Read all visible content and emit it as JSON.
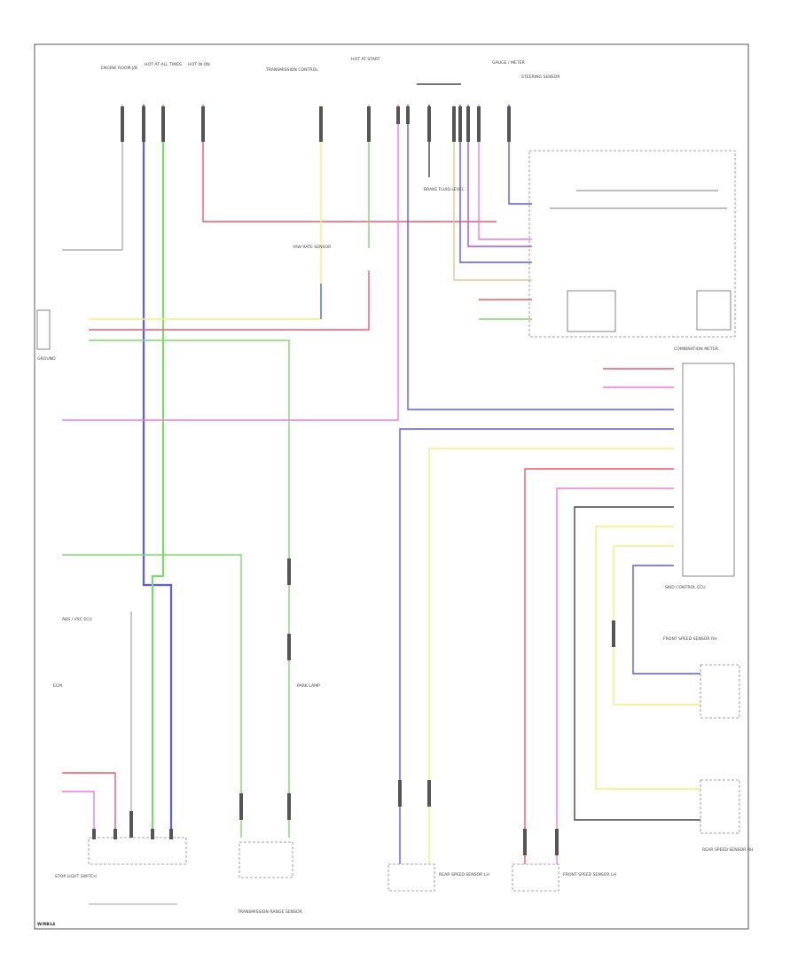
{
  "colors": {
    "blue": "#5a5af5",
    "green": "#7ddb6a",
    "red": "#f05a6e",
    "pink": "#f07ae0",
    "yellow": "#f2f07a",
    "purple": "#a050f0",
    "gray": "#b0b0b0",
    "black": "#444444",
    "tan": "#e0c890"
  },
  "labels": {
    "top_engine": "ENGINE ROOM J/B",
    "top_hot1": "HOT AT ALL TIMES",
    "top_hot2": "HOT IN ON",
    "top_transmission": "TRANSMISSION CONTROL",
    "top_hot_start": "HOT AT START",
    "top_gauge": "GAUGE / METER",
    "top_right": "STEERING SENSOR",
    "ground": "GROUND",
    "ecm": "ECM",
    "combination_meter": "COMBINATION METER",
    "skid_control": "SKID CONTROL ECU",
    "abs_ecu": "ABS / VSC ECU",
    "park_lamp": "PARK LAMP",
    "front_speed_sensor_rh": "FRONT SPEED SENSOR RH",
    "rear_speed_sensor_rh": "REAR SPEED SENSOR RH",
    "rear_speed_sensor_lh": "REAR SPEED SENSOR LH",
    "front_speed_sensor_lh": "FRONT SPEED SENSOR LH",
    "stop_light_switch": "STOP LIGHT SWITCH",
    "transmission_range": "TRANSMISSION RANGE SENSOR",
    "g_sensor": "YAW RATE SENSOR",
    "brake_fluid": "BRAKE FLUID LEVEL",
    "footer": "W/RB14"
  }
}
